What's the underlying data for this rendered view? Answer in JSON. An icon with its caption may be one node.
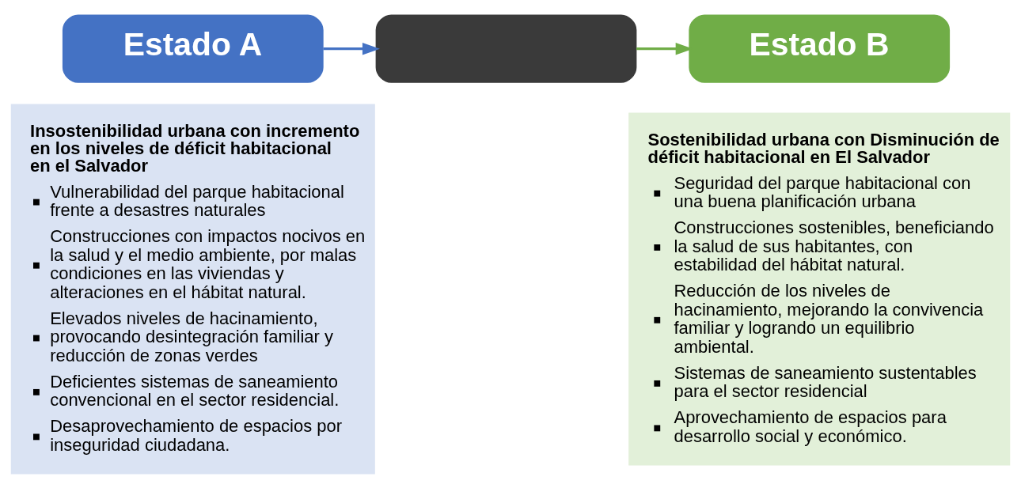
{
  "diagram": {
    "nodes": [
      {
        "text": [
          "Estado A"
        ]
      },
      {
        "text": [],
        "shape": "box"
      },
      {
        "text": [
          "Estado B"
        ]
      },
      {
        "text": [
          "Insostenibilidad urbana con incremento en los niveles de déficit habitacional en el Salvador",
          "Vulnerabilidad del parque habitacional frente a desastres naturales",
          "Construcciones con impactos nocivos en la salud y el medio ambiente, por malas condiciones en las viviendas y alteraciones en el hábitat natural.",
          "Elevados niveles de hacinamiento, provocando desintegración familiar y reducción de zonas verdes",
          "Deficientes sistemas de saneamiento convencional en el sector residencial.",
          "Desaprovechamiento de espacios por inseguridad ciudadana."
        ]
      },
      {
        "text": [
          "Sostenibilidad urbana con Disminución de déficit habitacional en El Salvador",
          "Seguridad del parque habitacional con una buena planificación urbana",
          "Construcciones sostenibles, beneficiando la salud de sus habitantes, con estabilidad del hábitat natural.",
          "Reducción de los niveles de hacinamiento, mejorando la convivencia familiar y logrando un equilibrio ambiental.",
          "Sistemas de saneamiento sustentables para el sector residencial",
          "Aprovechamiento de espacios para desarrollo social y económico."
        ]
      }
    ],
    "edges": [
      {
        "from": 0,
        "to": 1,
        "arrow": "to",
        "color": "#4472c4"
      },
      {
        "from": 1,
        "to": 2,
        "arrow": "to",
        "color": "#70ad47"
      }
    ]
  }
}
